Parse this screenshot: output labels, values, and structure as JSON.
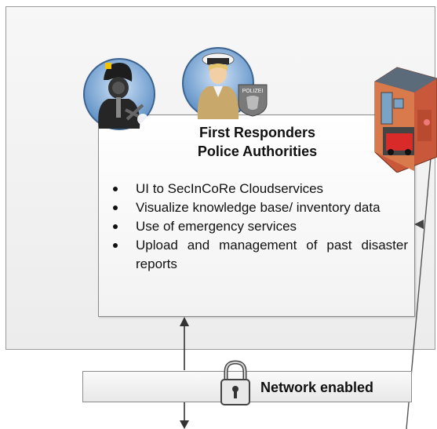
{
  "panel": {
    "title_line1": "First Responders",
    "title_line2": "Police Authorities",
    "bullets": [
      "UI to SecInCoRe Cloudservices",
      "Visualize knowledge base/ inventory data",
      "Use of emergency services",
      "Upload and management of past disaster reports"
    ]
  },
  "police_badge_text": "POLIZEI",
  "network": {
    "label": "Network enabled"
  },
  "icons": {
    "firefighter": "firefighter-icon",
    "police_officer": "police-officer-icon",
    "fire_station": "fire-station-icon",
    "lock": "padlock-icon"
  }
}
